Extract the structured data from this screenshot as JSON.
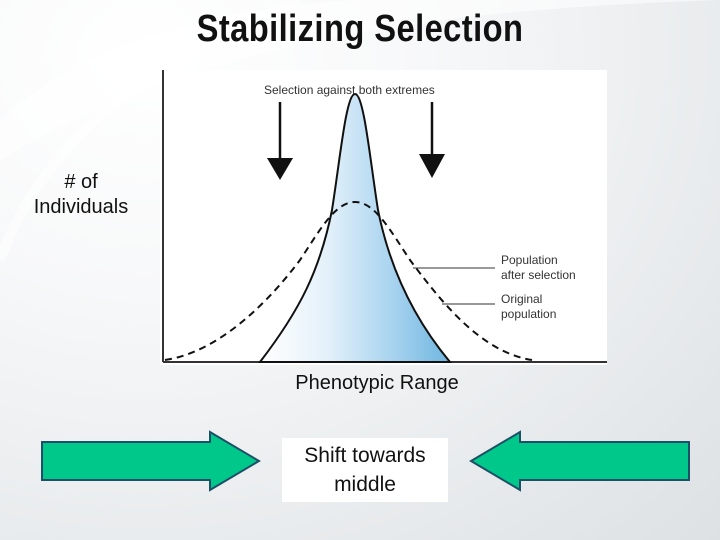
{
  "title": "Stabilizing Selection",
  "y_axis_label": [
    "# of",
    "Individuals"
  ],
  "x_axis_label": "Phenotypic Range",
  "figure": {
    "annotation": "Selection against both extremes",
    "labels": {
      "after_selection": [
        "Population",
        "after selection"
      ],
      "original": [
        "Original",
        "population"
      ]
    },
    "curve_fill_colors": {
      "center": "#ffffff",
      "edge": "#6fb6e0"
    }
  },
  "shift_box": [
    "Shift towards",
    "middle"
  ],
  "colors": {
    "arrow_fill": "#00c78a",
    "arrow_stroke": "#1d4f66"
  },
  "icons": [
    "arrow-down-icon",
    "arrow-right-icon",
    "arrow-left-icon"
  ]
}
